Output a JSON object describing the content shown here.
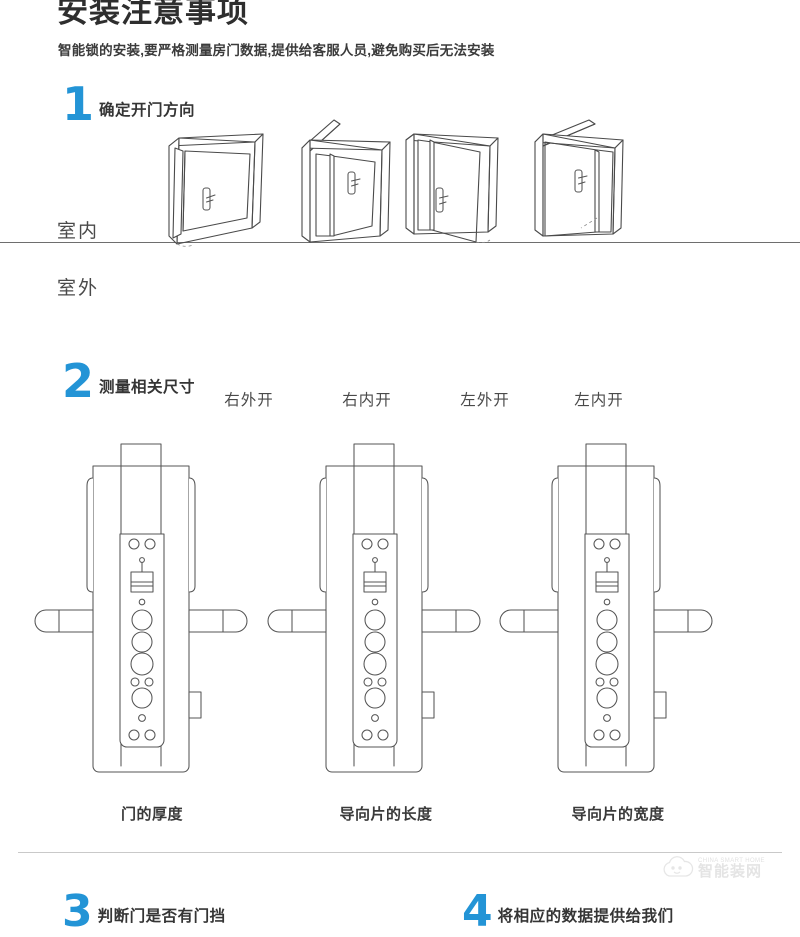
{
  "page": {
    "title": "安装注意事项",
    "subtitle": "智能锁的安装,要严格测量房门数据,提供给客服人员,避免购买后无法安装",
    "accent_color": "#2394d6",
    "text_color": "#3a3a3a",
    "background": "#ffffff"
  },
  "steps": [
    {
      "number": "1",
      "label": "确定开门方向"
    },
    {
      "number": "2",
      "label": "测量相关尺寸"
    },
    {
      "number": "3",
      "label": "判断门是否有门挡"
    },
    {
      "number": "4",
      "label": "将相应的数据提供给我们"
    }
  ],
  "section1": {
    "indoor_label": "室内",
    "outdoor_label": "室外",
    "doors": [
      {
        "caption": "右外开",
        "icon": "door-right-outward-icon"
      },
      {
        "caption": "右内开",
        "icon": "door-right-inward-icon"
      },
      {
        "caption": "左外开",
        "icon": "door-left-outward-icon"
      },
      {
        "caption": "左内开",
        "icon": "door-left-inward-icon"
      }
    ]
  },
  "section2": {
    "locks": [
      {
        "caption": "门的厚度",
        "icon": "smart-lock-front-icon"
      },
      {
        "caption": "导向片的长度",
        "icon": "smart-lock-front-icon"
      },
      {
        "caption": "导向片的宽度",
        "icon": "smart-lock-front-icon"
      }
    ]
  },
  "watermark": {
    "icon": "cloud-logo-icon",
    "english": "CHINA SMART HOME",
    "chinese": "智能装网"
  }
}
